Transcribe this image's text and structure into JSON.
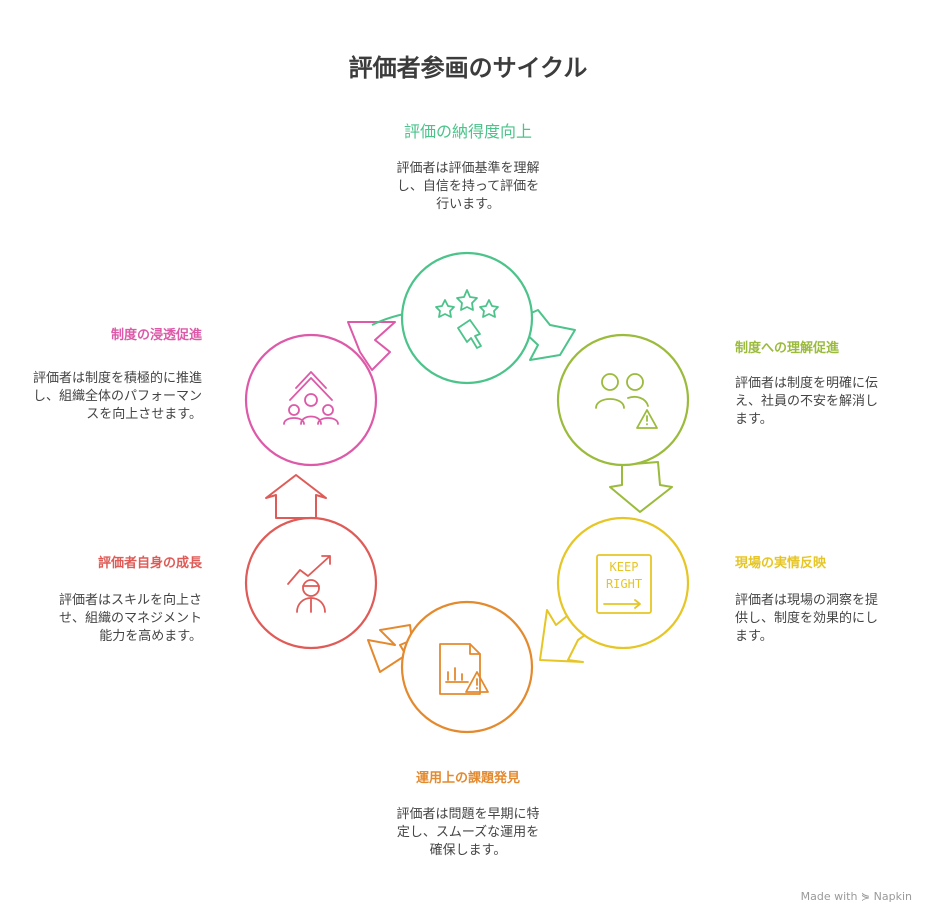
{
  "title": "評価者参画のサイクル",
  "colors": {
    "green": "#4cc38a",
    "olive": "#9bbb3c",
    "yellow": "#e6c626",
    "orange": "#e48a2e",
    "red": "#df5b57",
    "pink": "#dd5aa9"
  },
  "stages": [
    {
      "title": "評価の納得度向上",
      "desc": [
        "評価者は評価基準を理解",
        "し、自信を持って評価を",
        "行います。"
      ],
      "icon": "stars-pointer-icon",
      "color": "#4cc38a"
    },
    {
      "title": "制度への理解促進",
      "desc": [
        "評価者は制度を明確に伝",
        "え、社員の不安を解消し",
        "ます。"
      ],
      "icon": "people-warning-icon",
      "color": "#9bbb3c"
    },
    {
      "title": "現場の実情反映",
      "desc": [
        "評価者は現場の洞察を提",
        "供し、制度を効果的にし",
        "ます。"
      ],
      "icon": "keep-right-sign-icon",
      "sign_text": [
        "KEEP",
        "RIGHT"
      ],
      "color": "#e6c626"
    },
    {
      "title": "運用上の課題発見",
      "desc": [
        "評価者は問題を早期に特",
        "定し、スムーズな運用を",
        "確保します。"
      ],
      "icon": "report-warning-icon",
      "color": "#e48a2e"
    },
    {
      "title": "評価者自身の成長",
      "desc": [
        "評価者はスキルを向上さ",
        "せ、組織のマネジメント",
        "能力を高めます。"
      ],
      "icon": "person-growth-icon",
      "color": "#df5b57"
    },
    {
      "title": "制度の浸透促進",
      "desc": [
        "評価者は制度を積極的に推進",
        "し、組織全体のパフォーマン",
        "スを向上させます。"
      ],
      "icon": "team-upward-icon",
      "color": "#dd5aa9"
    }
  ],
  "credit": "Made with ⋟ Napkin"
}
